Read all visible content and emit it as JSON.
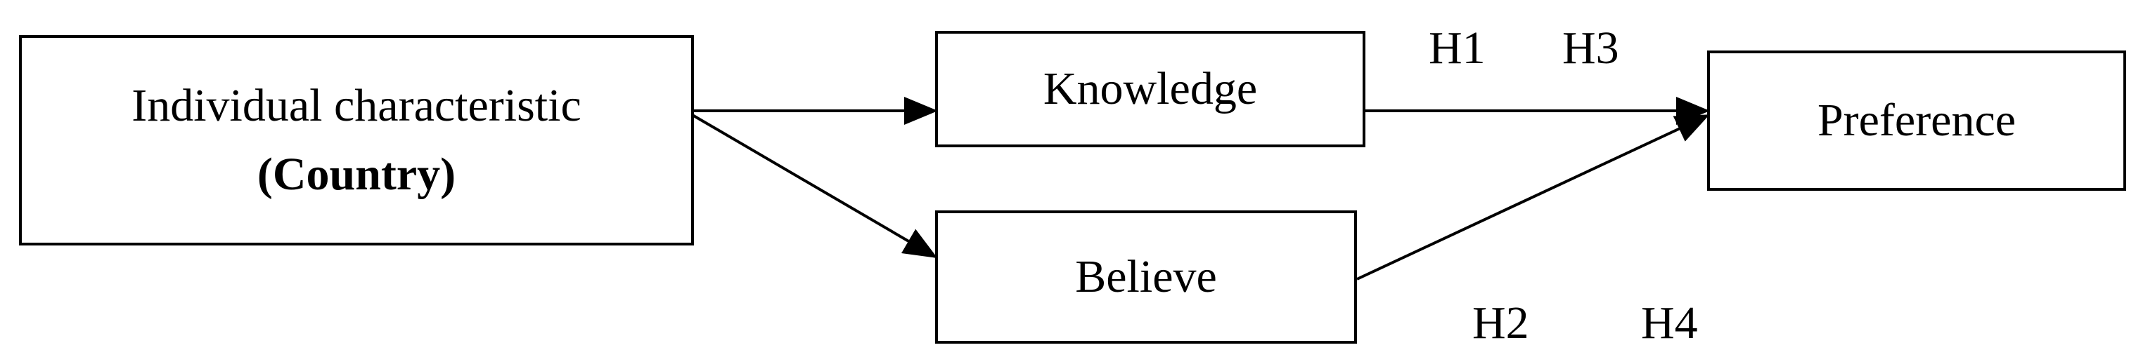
{
  "nodes": {
    "individual": {
      "label": "Individual characteristic",
      "sublabel": "(Country)"
    },
    "knowledge": {
      "label": "Knowledge"
    },
    "believe": {
      "label": "Believe"
    },
    "preference": {
      "label": "Preference"
    }
  },
  "hypotheses": {
    "h1": "H1",
    "h2": "H2",
    "h3": "H3",
    "h4": "H4"
  },
  "colors": {
    "stroke": "#000000",
    "background": "#ffffff"
  }
}
